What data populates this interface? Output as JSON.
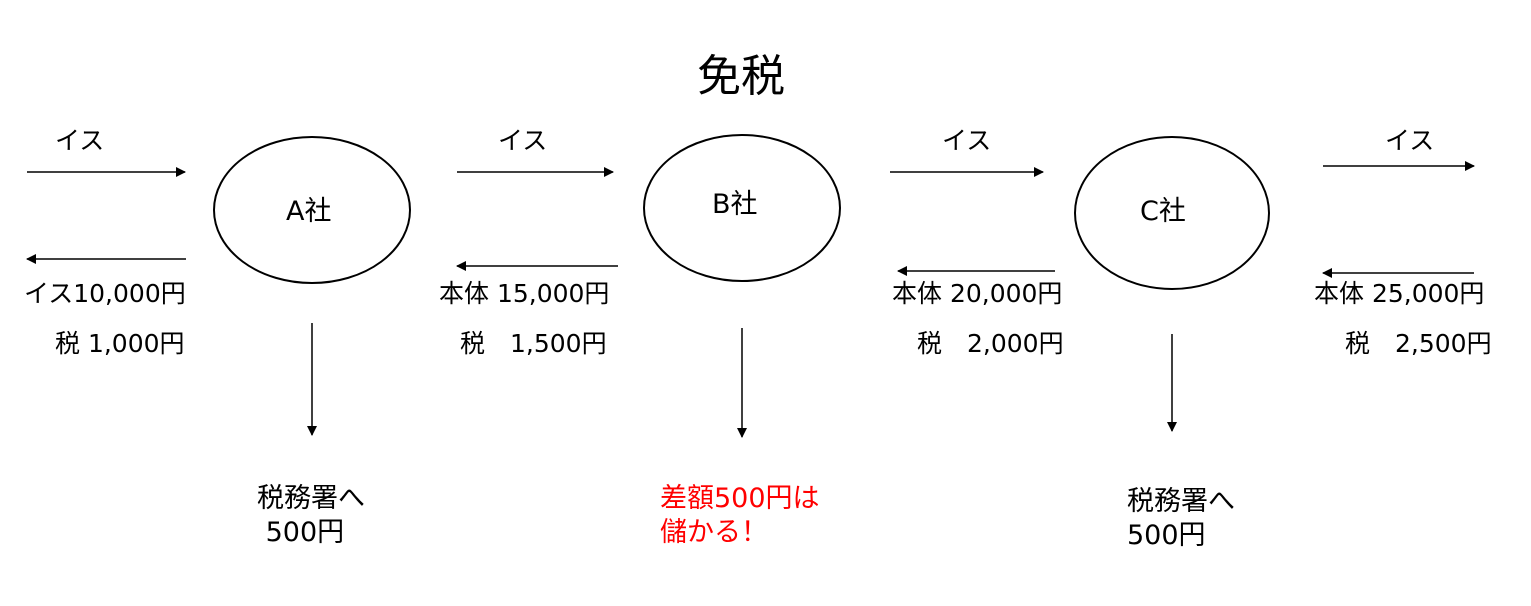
{
  "title": "免税",
  "companies": [
    {
      "name": "A社"
    },
    {
      "name": "B社"
    },
    {
      "name": "C社"
    }
  ],
  "flows": [
    {
      "goods": "イス",
      "price": "イス10,000円",
      "tax": "税 1,000円"
    },
    {
      "goods": "イス",
      "price": "本体 15,000円",
      "tax": "税　1,500円"
    },
    {
      "goods": "イス",
      "price": "本体 20,000円",
      "tax": "税　2,000円"
    },
    {
      "goods": "イス",
      "price": "本体 25,000円",
      "tax": "税　2,500円"
    }
  ],
  "outcomes": [
    {
      "text": "税務署へ\n 500円"
    },
    {
      "text": "差額500円は\n儲かる！",
      "color": "#ff0000"
    },
    {
      "text": "税務署へ\n500円"
    }
  ]
}
